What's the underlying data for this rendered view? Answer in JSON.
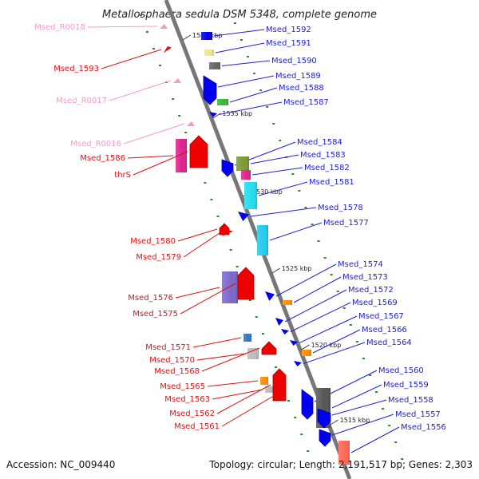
{
  "title": "Metallosphaera sedula DSM 5348, complete genome",
  "accession_text": "Accession: NC_009440",
  "topology_text": "Topology: circular; Length: 2,191,517 bp; Genes: 2,303",
  "colors": {
    "forward_label": "#2222cc",
    "reverse_label": "#dd1111",
    "rna_label": "#f59ac8",
    "backbone": "#888888",
    "tick_mark": "#2a8a2a"
  },
  "ticks": [
    {
      "id": "tick-1540",
      "text": "1540 kbp"
    },
    {
      "id": "tick-1535",
      "text": "1535 kbp"
    },
    {
      "id": "tick-1530",
      "text": "1530 kbp"
    },
    {
      "id": "tick-1525",
      "text": "1525 kbp"
    },
    {
      "id": "tick-1520",
      "text": "1520 kbp"
    },
    {
      "id": "tick-1515",
      "text": "1515 kbp"
    }
  ],
  "forward_genes": [
    {
      "name": "Msed_1592",
      "color": "#0000ee"
    },
    {
      "name": "Msed_1591",
      "color": "#eee599"
    },
    {
      "name": "Msed_1590",
      "color": "#666666"
    },
    {
      "name": "Msed_1589",
      "color": "#0000ee"
    },
    {
      "name": "Msed_1588",
      "color": "#33bb33"
    },
    {
      "name": "Msed_1587",
      "color": "#0000ee"
    },
    {
      "name": "Msed_1584",
      "color": "#0000ee"
    },
    {
      "name": "Msed_1583",
      "color": "#7a9a33"
    },
    {
      "name": "Msed_1582",
      "color": "#e0208f"
    },
    {
      "name": "Msed_1581",
      "color": "#22ddee"
    },
    {
      "name": "Msed_1578",
      "color": "#0000ee"
    },
    {
      "name": "Msed_1577",
      "color": "#22ccee"
    },
    {
      "name": "Msed_1574",
      "color": "#0000ee"
    },
    {
      "name": "Msed_1573",
      "color": "#ff8c00"
    },
    {
      "name": "Msed_1572",
      "color": "#0000ee"
    },
    {
      "name": "Msed_1569",
      "color": "#0000ee"
    },
    {
      "name": "Msed_1567",
      "color": "#0000ee"
    },
    {
      "name": "Msed_1566",
      "color": "#ff8c00"
    },
    {
      "name": "Msed_1564",
      "color": "#0000ee"
    },
    {
      "name": "Msed_1560",
      "color": "#0000ee"
    },
    {
      "name": "Msed_1559",
      "color": "#555555"
    },
    {
      "name": "Msed_1558",
      "color": "#0000ee"
    },
    {
      "name": "Msed_1557",
      "color": "#0000ee"
    },
    {
      "name": "Msed_1556",
      "color": "#ff6655"
    }
  ],
  "reverse_genes": [
    {
      "name": "Msed_R0018",
      "kind": "rna",
      "color": "#f59ac8"
    },
    {
      "name": "Msed_1593",
      "kind": "cds",
      "color": "#ee0000"
    },
    {
      "name": "Msed_R0017",
      "kind": "rna",
      "color": "#f59ac8"
    },
    {
      "name": "Msed_R0016",
      "kind": "rna",
      "color": "#f59ac8"
    },
    {
      "name": "Msed_1586",
      "kind": "cds",
      "color": "#e0208f"
    },
    {
      "name": "thrS",
      "kind": "cds",
      "color": "#ee0000"
    },
    {
      "name": "Msed_1580",
      "kind": "cds",
      "color": "#ee0000"
    },
    {
      "name": "Msed_1579",
      "kind": "cds",
      "color": "#ee0000"
    },
    {
      "name": "Msed_1576",
      "kind": "cds",
      "color": "#7b68cc"
    },
    {
      "name": "Msed_1575",
      "kind": "cds",
      "color": "#ee0000"
    },
    {
      "name": "Msed_1571",
      "kind": "cds",
      "color": "#3377bb"
    },
    {
      "name": "Msed_1570",
      "kind": "cds",
      "color": "#bbbbbb"
    },
    {
      "name": "Msed_1568",
      "kind": "cds",
      "color": "#ee0000"
    },
    {
      "name": "Msed_1565",
      "kind": "cds",
      "color": "#ff8c00"
    },
    {
      "name": "Msed_1563",
      "kind": "cds",
      "color": "#bbbbbb"
    },
    {
      "name": "Msed_1562",
      "kind": "cds",
      "color": "#ee0000"
    },
    {
      "name": "Msed_1561",
      "kind": "cds",
      "color": "#ee0000"
    }
  ]
}
